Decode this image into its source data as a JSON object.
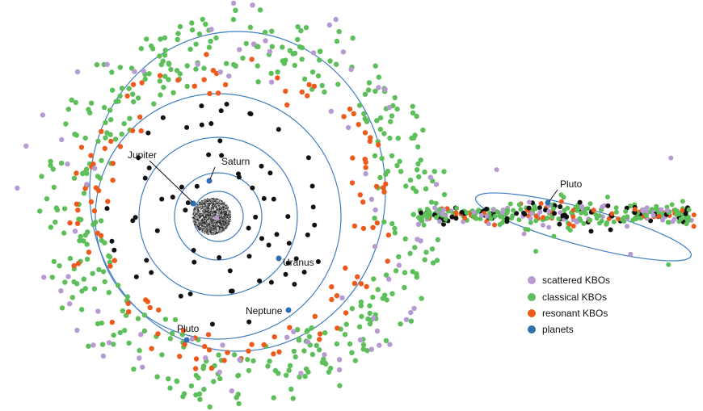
{
  "colors": {
    "scattered": "#b79ad2",
    "classical": "#5cbf5a",
    "resonant": "#ee5a1c",
    "planets": "#2f6fb0",
    "unlabeled": "#111111",
    "orbit": "#3f7fc0",
    "leader": "#111111"
  },
  "labels": {
    "jupiter": "Jupiter",
    "saturn": "Saturn",
    "uranus": "Uranus",
    "neptune": "Neptune",
    "pluto": "Pluto",
    "pluto_side": "Pluto"
  },
  "legend": [
    {
      "key": "scattered",
      "label": "scattered KBOs"
    },
    {
      "key": "classical",
      "label": "classical KBOs"
    },
    {
      "key": "resonant",
      "label": "resonant KBOs"
    },
    {
      "key": "planets",
      "label": "planets"
    }
  ]
}
